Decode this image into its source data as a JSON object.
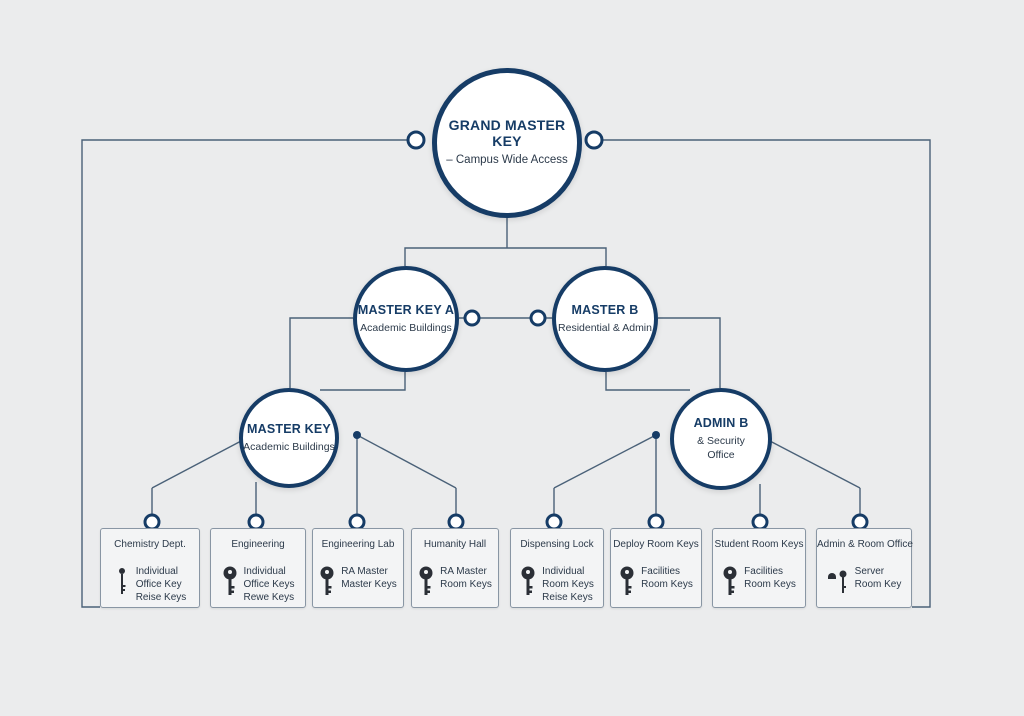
{
  "grand_master": {
    "title": "GRAND MASTER KEY",
    "subtitle": "– Campus Wide Access"
  },
  "master_a": {
    "title": "MASTER KEY A",
    "subtitle": "Academic Buildings"
  },
  "master_b": {
    "title": "MASTER B",
    "subtitle": "Residential & Admin"
  },
  "master_key": {
    "title": "MASTER KEY",
    "subtitle": "Academic Buildings"
  },
  "admin_b": {
    "title": "ADMIN B",
    "subtitle_lines": [
      "& Security",
      "Office"
    ]
  },
  "boxes": [
    {
      "title": "Chemistry Dept.",
      "lines": [
        "Individual",
        "Office Key",
        "Reise Keys"
      ],
      "icon": "key-small-icon"
    },
    {
      "title": "Engineering",
      "lines": [
        "Individual",
        "Office Keys",
        "Rewe Keys"
      ],
      "icon": "key-icon"
    },
    {
      "title": "Engineering Lab",
      "lines": [
        "RA Master",
        "Master Keys"
      ],
      "icon": "key-icon"
    },
    {
      "title": "Humanity Hall",
      "lines": [
        "RA Master",
        "Room Keys"
      ],
      "icon": "key-icon"
    },
    {
      "title": "Dispensing Lock",
      "lines": [
        "Individual",
        "Room Keys",
        "Reise Keys"
      ],
      "icon": "key-icon"
    },
    {
      "title": "Deploy Room Keys",
      "lines": [
        "Facilities",
        "Room Keys"
      ],
      "icon": "key-icon"
    },
    {
      "title": "Student Room Keys",
      "lines": [
        "Facilities",
        "Room Keys"
      ],
      "icon": "key-icon"
    },
    {
      "title": "Admin & Room Office",
      "lines": [
        "Server",
        "Room Key"
      ],
      "icon": "lock-key-icon"
    }
  ],
  "colors": {
    "primary": "#163c66",
    "line": "#4a6178",
    "background": "#ebeced",
    "box": "#f3f4f5"
  }
}
